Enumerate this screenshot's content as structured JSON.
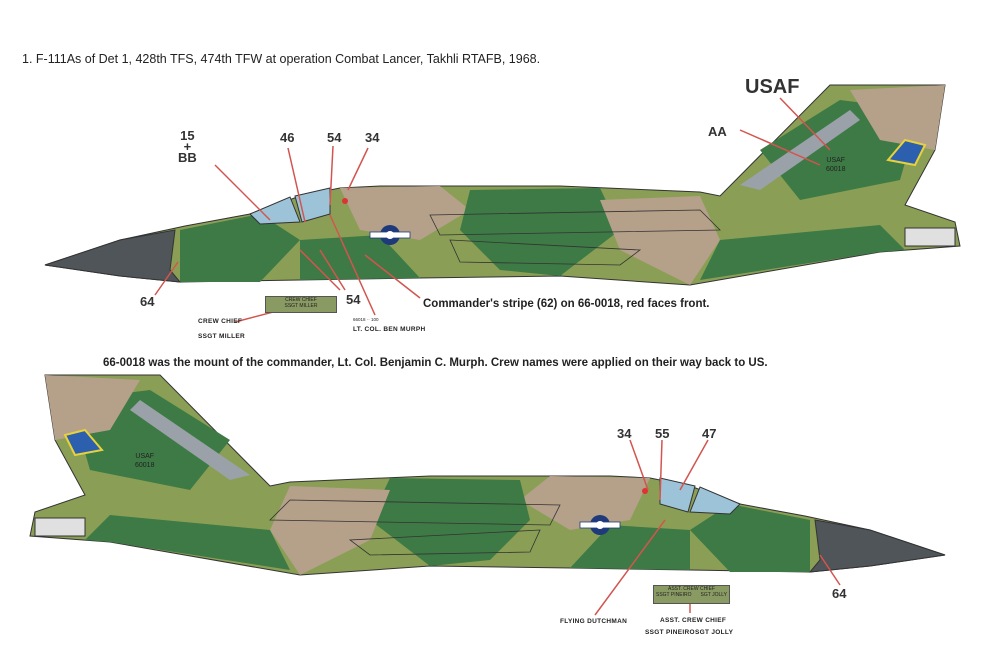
{
  "header": {
    "caption": "1. F-111As of Det 1, 428th TFS, 474th TFW at operation Combat Lancer, Takhli RTAFB, 1968."
  },
  "top_profile": {
    "callouts": [
      "46",
      "54",
      "34",
      "54",
      "64"
    ],
    "stencil": {
      "line1": "15",
      "line2": "+",
      "line3": "BB"
    },
    "tail_letters": "USAF",
    "tail_code": "AA",
    "fin_usaf": "USAF",
    "fin_serial": "60018",
    "crew_plate": {
      "line1": "CREW CHIEF",
      "line2": "SSGT MILLER"
    },
    "crew_chief_label": "CREW CHIEF",
    "crew_chief_name": "SSGT MILLER",
    "pilot_serial": "66018 ·· 100",
    "pilot_name": "LT. COL. BEN MURPH",
    "note": "Commander's stripe (62) on 66-0018, red faces front."
  },
  "middle_caption": "66-0018 was the mount of the commander, Lt. Col. Benjamin C. Murph. Crew names were applied on their way back to US.",
  "bottom_profile": {
    "callouts": [
      "34",
      "55",
      "47",
      "64"
    ],
    "fin_usaf": "USAF",
    "fin_serial": "60018",
    "nose_art": "FLYING DUTCHMAN",
    "crew_plate": {
      "line1": "ASST. CREW CHIEF",
      "line2a": "SSGT PINEIRO",
      "line2b": "SGT JOLLY"
    },
    "asst_label": "ASST. CREW CHIEF",
    "name1": "SSGT PINEIRO",
    "name2": "SGT JOLLY"
  },
  "colors": {
    "green_dark": "#3d7a45",
    "green_light": "#8a9f55",
    "tan": "#b5a08a",
    "grey": "#4f5558",
    "canopy": "#9cc3d8",
    "leader": "#d2554f"
  }
}
